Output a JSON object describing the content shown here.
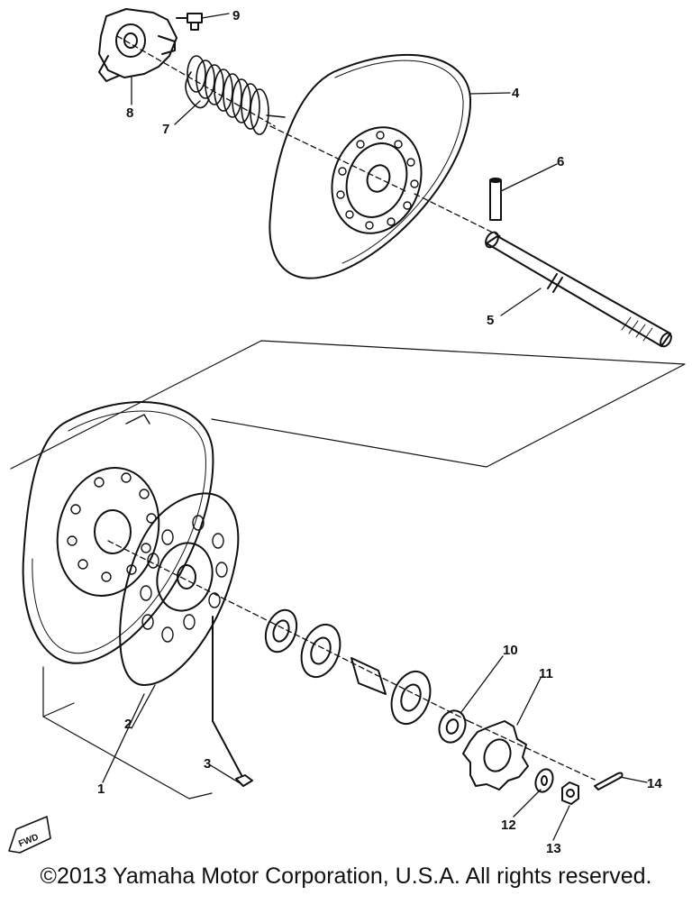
{
  "diagram": {
    "callouts": [
      {
        "id": "1",
        "text": "1"
      },
      {
        "id": "2",
        "text": "2"
      },
      {
        "id": "3",
        "text": "3"
      },
      {
        "id": "4",
        "text": "4"
      },
      {
        "id": "5",
        "text": "5"
      },
      {
        "id": "6",
        "text": "6"
      },
      {
        "id": "7",
        "text": "7"
      },
      {
        "id": "8",
        "text": "8"
      },
      {
        "id": "9",
        "text": "9"
      },
      {
        "id": "10",
        "text": "10"
      },
      {
        "id": "11",
        "text": "11"
      },
      {
        "id": "12",
        "text": "12"
      },
      {
        "id": "13",
        "text": "13"
      },
      {
        "id": "14",
        "text": "14"
      }
    ],
    "fwd_label": "FWD",
    "copyright": "©2013 Yamaha Motor Corporation, U.S.A. All rights reserved."
  }
}
